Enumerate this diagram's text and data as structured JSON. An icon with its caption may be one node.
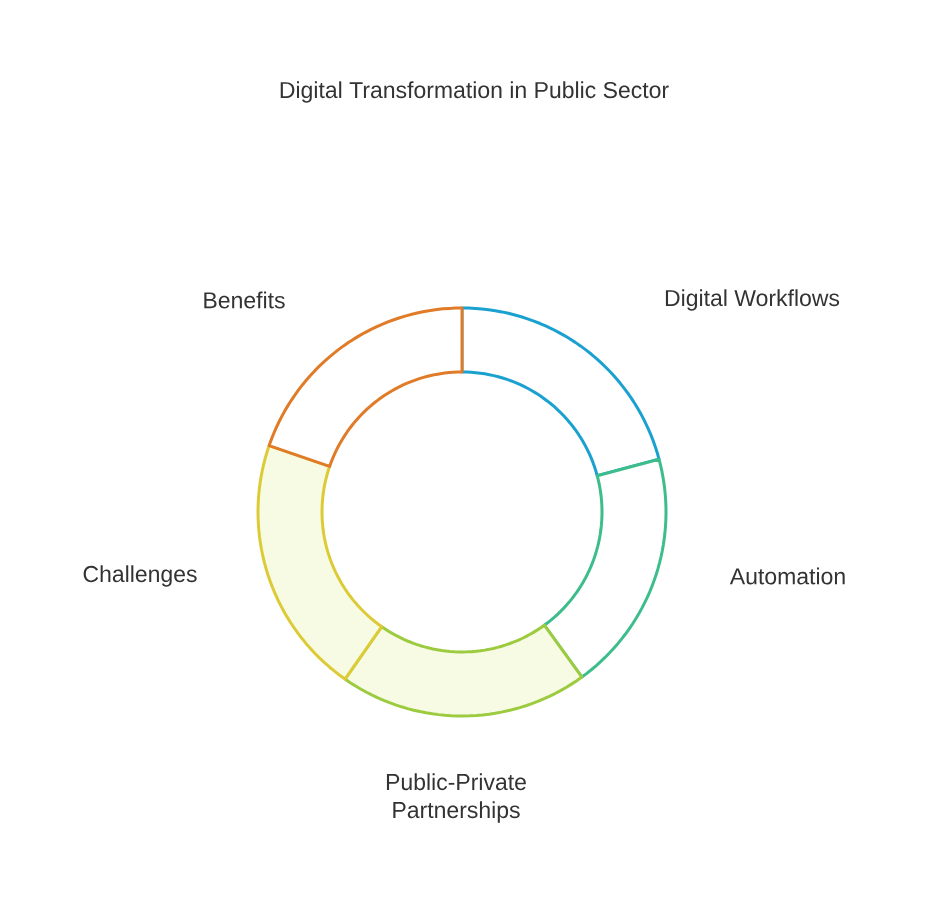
{
  "diagram": {
    "title": "Digital Transformation in Public Sector",
    "nodes": [
      {
        "text": [
          "Digital Workflows"
        ]
      },
      {
        "text": [
          "Automation"
        ]
      },
      {
        "text": [
          "Public-Private Partnerships"
        ]
      },
      {
        "text": [
          "Challenges"
        ]
      },
      {
        "text": [
          "Benefits"
        ]
      }
    ]
  }
}
